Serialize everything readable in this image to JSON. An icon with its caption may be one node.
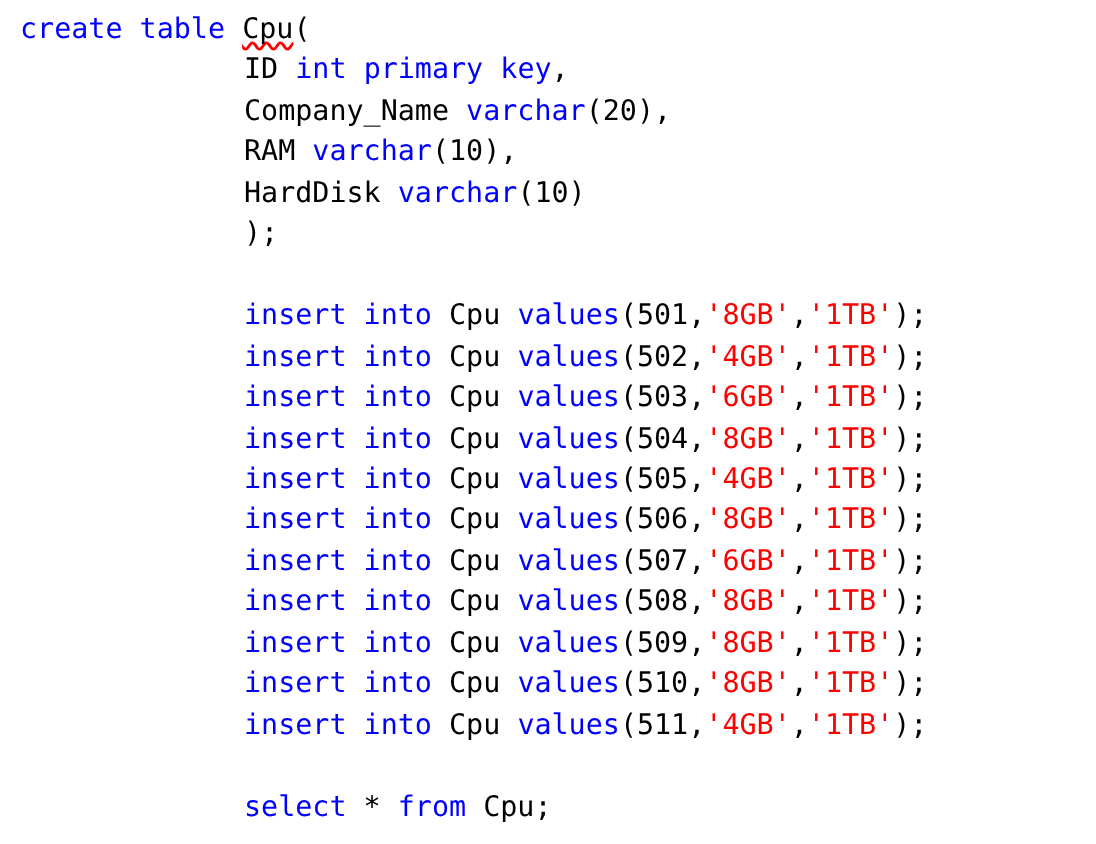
{
  "diagram": {
    "labels": [
      "create table Cpu(",
      "ID int primary key,",
      "Company_Name varchar(20),",
      "RAM varchar(10),",
      "HardDisk varchar(10)",
      ");",
      "insert into Cpu values(501,'8GB','1TB');",
      "insert into Cpu values(502,'4GB','1TB');",
      "insert into Cpu values(503,'6GB','1TB');",
      "insert into Cpu values(504,'8GB','1TB');",
      "insert into Cpu values(505,'4GB','1TB');",
      "insert into Cpu values(506,'8GB','1TB');",
      "insert into Cpu values(507,'6GB','1TB');",
      "insert into Cpu values(508,'8GB','1TB');",
      "insert into Cpu values(509,'8GB','1TB');",
      "insert into Cpu values(510,'8GB','1TB');",
      "insert into Cpu values(511,'4GB','1TB');",
      "select * from Cpu;"
    ]
  }
}
